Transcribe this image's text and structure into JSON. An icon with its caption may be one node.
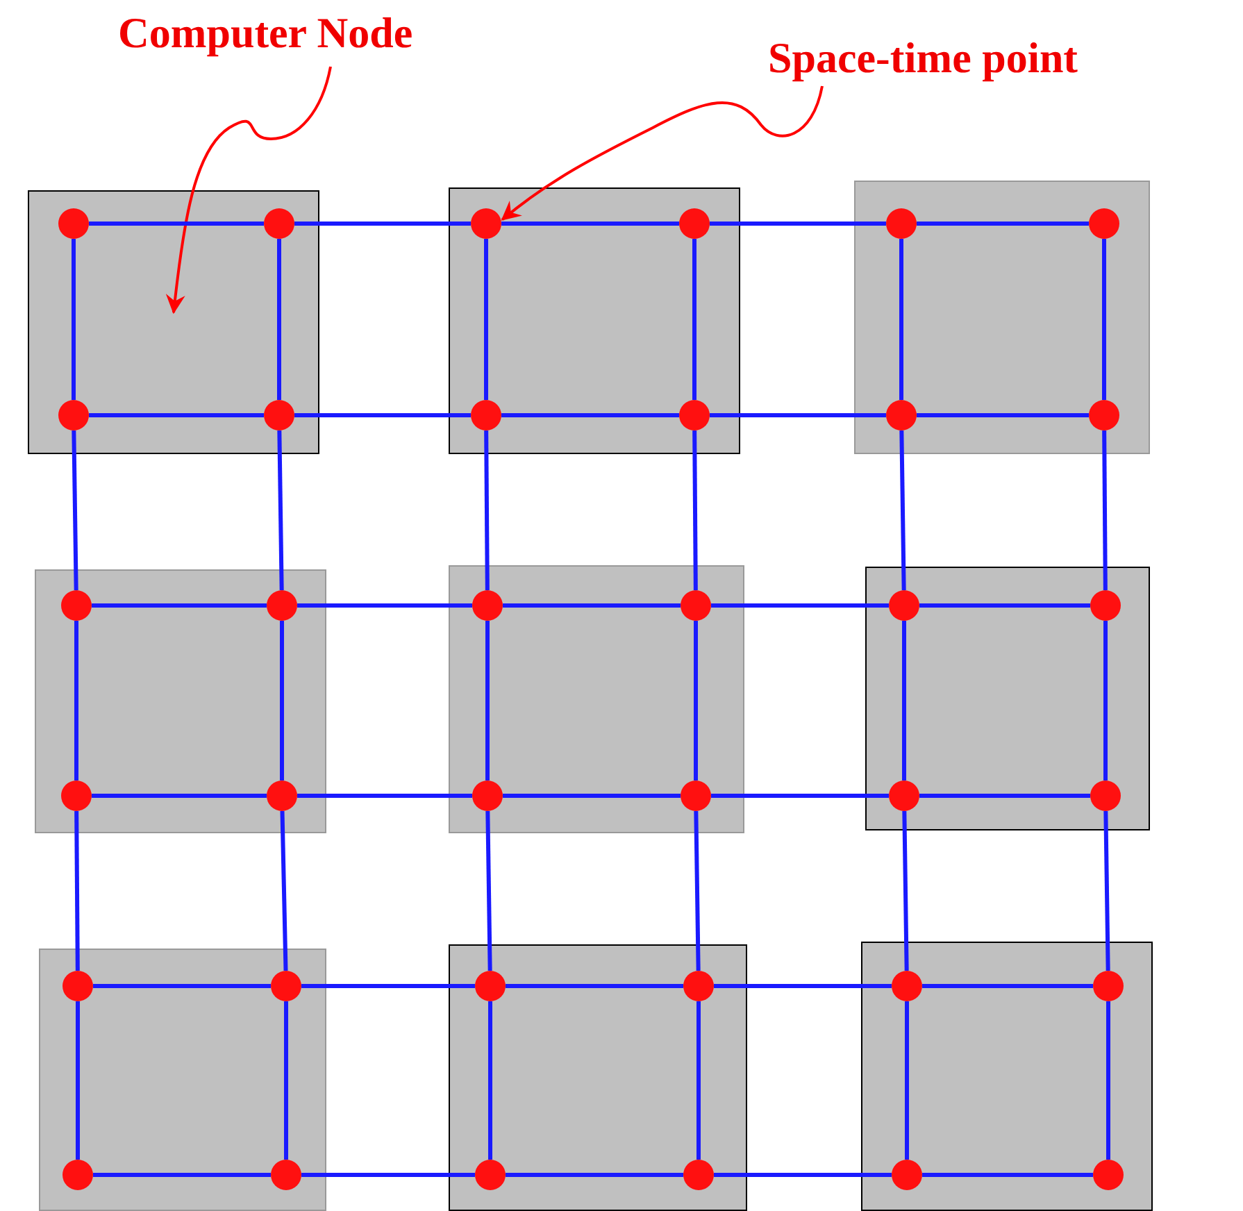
{
  "diagram": {
    "nodes": [
      {
        "text": [
          "Computer Node"
        ]
      },
      {
        "text": [
          "Space-time point"
        ]
      },
      {
        "text": [],
        "shape": "box"
      },
      {
        "text": [],
        "shape": "box"
      },
      {
        "text": [],
        "shape": "box"
      },
      {
        "text": [],
        "shape": "box"
      },
      {
        "text": [],
        "shape": "box"
      },
      {
        "text": [],
        "shape": "box"
      },
      {
        "text": [],
        "shape": "box"
      },
      {
        "text": [],
        "shape": "box"
      },
      {
        "text": [],
        "shape": "box"
      },
      {
        "text": [],
        "shape": "circle",
        "in": 2
      },
      {
        "text": [],
        "shape": "circle",
        "in": 2
      },
      {
        "text": [],
        "shape": "circle",
        "in": 3
      },
      {
        "text": [],
        "shape": "circle",
        "in": 3
      },
      {
        "text": [],
        "shape": "circle",
        "in": 4
      },
      {
        "text": [],
        "shape": "circle",
        "in": 4
      },
      {
        "text": [],
        "shape": "circle",
        "in": 2
      },
      {
        "text": [],
        "shape": "circle",
        "in": 2
      },
      {
        "text": [],
        "shape": "circle",
        "in": 3
      },
      {
        "text": [],
        "shape": "circle",
        "in": 3
      },
      {
        "text": [],
        "shape": "circle",
        "in": 4
      },
      {
        "text": [],
        "shape": "circle",
        "in": 4
      },
      {
        "text": [],
        "shape": "circle",
        "in": 5
      },
      {
        "text": [],
        "shape": "circle",
        "in": 5
      },
      {
        "text": [],
        "shape": "circle",
        "in": 6
      },
      {
        "text": [],
        "shape": "circle",
        "in": 6
      },
      {
        "text": [],
        "shape": "circle",
        "in": 7
      },
      {
        "text": [],
        "shape": "circle",
        "in": 7
      },
      {
        "text": [],
        "shape": "circle",
        "in": 5
      },
      {
        "text": [],
        "shape": "circle",
        "in": 5
      },
      {
        "text": [],
        "shape": "circle",
        "in": 6
      },
      {
        "text": [],
        "shape": "circle",
        "in": 6
      },
      {
        "text": [],
        "shape": "circle",
        "in": 7
      },
      {
        "text": [],
        "shape": "circle",
        "in": 7
      },
      {
        "text": [],
        "shape": "circle",
        "in": 8
      },
      {
        "text": [],
        "shape": "circle",
        "in": 8
      },
      {
        "text": [],
        "shape": "circle",
        "in": 9
      },
      {
        "text": [],
        "shape": "circle",
        "in": 9
      },
      {
        "text": [],
        "shape": "circle",
        "in": 10
      },
      {
        "text": [],
        "shape": "circle",
        "in": 10
      },
      {
        "text": [],
        "shape": "circle",
        "in": 8
      },
      {
        "text": [],
        "shape": "circle",
        "in": 8
      },
      {
        "text": [],
        "shape": "circle",
        "in": 9
      },
      {
        "text": [],
        "shape": "circle",
        "in": 9
      },
      {
        "text": [],
        "shape": "circle",
        "in": 10
      },
      {
        "text": [],
        "shape": "circle",
        "in": 10
      }
    ],
    "edges": [
      {
        "from": 0,
        "to": 2,
        "arrow": "to",
        "color": "#ff0000"
      },
      {
        "from": 1,
        "to": 13,
        "arrow": "to",
        "color": "#ff0000"
      },
      {
        "from": 11,
        "to": 12,
        "arrow": "none"
      },
      {
        "from": 12,
        "to": 13,
        "arrow": "none"
      },
      {
        "from": 13,
        "to": 14,
        "arrow": "none"
      },
      {
        "from": 14,
        "to": 15,
        "arrow": "none"
      },
      {
        "from": 15,
        "to": 16,
        "arrow": "none"
      },
      {
        "from": 17,
        "to": 18,
        "arrow": "none"
      },
      {
        "from": 18,
        "to": 19,
        "arrow": "none"
      },
      {
        "from": 19,
        "to": 20,
        "arrow": "none"
      },
      {
        "from": 20,
        "to": 21,
        "arrow": "none"
      },
      {
        "from": 21,
        "to": 22,
        "arrow": "none"
      },
      {
        "from": 23,
        "to": 24,
        "arrow": "none"
      },
      {
        "from": 24,
        "to": 25,
        "arrow": "none"
      },
      {
        "from": 25,
        "to": 26,
        "arrow": "none"
      },
      {
        "from": 26,
        "to": 27,
        "arrow": "none"
      },
      {
        "from": 27,
        "to": 28,
        "arrow": "none"
      },
      {
        "from": 29,
        "to": 30,
        "arrow": "none"
      },
      {
        "from": 30,
        "to": 31,
        "arrow": "none"
      },
      {
        "from": 31,
        "to": 32,
        "arrow": "none"
      },
      {
        "from": 32,
        "to": 33,
        "arrow": "none"
      },
      {
        "from": 33,
        "to": 34,
        "arrow": "none"
      },
      {
        "from": 35,
        "to": 36,
        "arrow": "none"
      },
      {
        "from": 36,
        "to": 37,
        "arrow": "none"
      },
      {
        "from": 37,
        "to": 38,
        "arrow": "none"
      },
      {
        "from": 38,
        "to": 39,
        "arrow": "none"
      },
      {
        "from": 39,
        "to": 40,
        "arrow": "none"
      },
      {
        "from": 41,
        "to": 42,
        "arrow": "none"
      },
      {
        "from": 42,
        "to": 43,
        "arrow": "none"
      },
      {
        "from": 43,
        "to": 44,
        "arrow": "none"
      },
      {
        "from": 44,
        "to": 45,
        "arrow": "none"
      },
      {
        "from": 45,
        "to": 46,
        "arrow": "none"
      },
      {
        "from": 11,
        "to": 17,
        "arrow": "none"
      },
      {
        "from": 12,
        "to": 18,
        "arrow": "none"
      },
      {
        "from": 13,
        "to": 19,
        "arrow": "none"
      },
      {
        "from": 14,
        "to": 20,
        "arrow": "none"
      },
      {
        "from": 15,
        "to": 21,
        "arrow": "none"
      },
      {
        "from": 16,
        "to": 22,
        "arrow": "none"
      },
      {
        "from": 17,
        "to": 23,
        "arrow": "none"
      },
      {
        "from": 18,
        "to": 24,
        "arrow": "none"
      },
      {
        "from": 19,
        "to": 25,
        "arrow": "none"
      },
      {
        "from": 20,
        "to": 26,
        "arrow": "none"
      },
      {
        "from": 21,
        "to": 27,
        "arrow": "none"
      },
      {
        "from": 22,
        "to": 28,
        "arrow": "none"
      },
      {
        "from": 23,
        "to": 29,
        "arrow": "none"
      },
      {
        "from": 24,
        "to": 30,
        "arrow": "none"
      },
      {
        "from": 25,
        "to": 31,
        "arrow": "none"
      },
      {
        "from": 26,
        "to": 32,
        "arrow": "none"
      },
      {
        "from": 27,
        "to": 33,
        "arrow": "none"
      },
      {
        "from": 28,
        "to": 34,
        "arrow": "none"
      },
      {
        "from": 29,
        "to": 35,
        "arrow": "none"
      },
      {
        "from": 30,
        "to": 36,
        "arrow": "none"
      },
      {
        "from": 31,
        "to": 37,
        "arrow": "none"
      },
      {
        "from": 32,
        "to": 38,
        "arrow": "none"
      },
      {
        "from": 33,
        "to": 39,
        "arrow": "none"
      },
      {
        "from": 34,
        "to": 40,
        "arrow": "none"
      },
      {
        "from": 35,
        "to": 41,
        "arrow": "none"
      },
      {
        "from": 36,
        "to": 42,
        "arrow": "none"
      },
      {
        "from": 37,
        "to": 43,
        "arrow": "none"
      },
      {
        "from": 38,
        "to": 44,
        "arrow": "none"
      },
      {
        "from": 39,
        "to": 45,
        "arrow": "none"
      },
      {
        "from": 40,
        "to": 46,
        "arrow": "none"
      }
    ]
  }
}
